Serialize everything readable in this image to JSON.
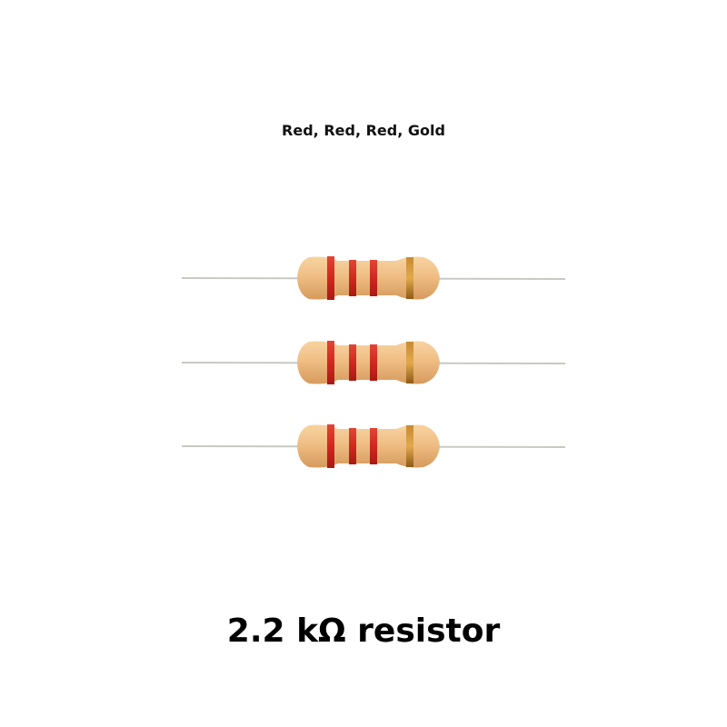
{
  "caption": "Red, Red, Red, Gold",
  "title": "2.2 kΩ resistor",
  "resistor_count": 3,
  "colors": {
    "body": "#eeb97c",
    "body_shade": "#d99c5e",
    "red_band": "#d0281e",
    "gold_band": "#b7781e",
    "lead": "#c9c9c4"
  }
}
